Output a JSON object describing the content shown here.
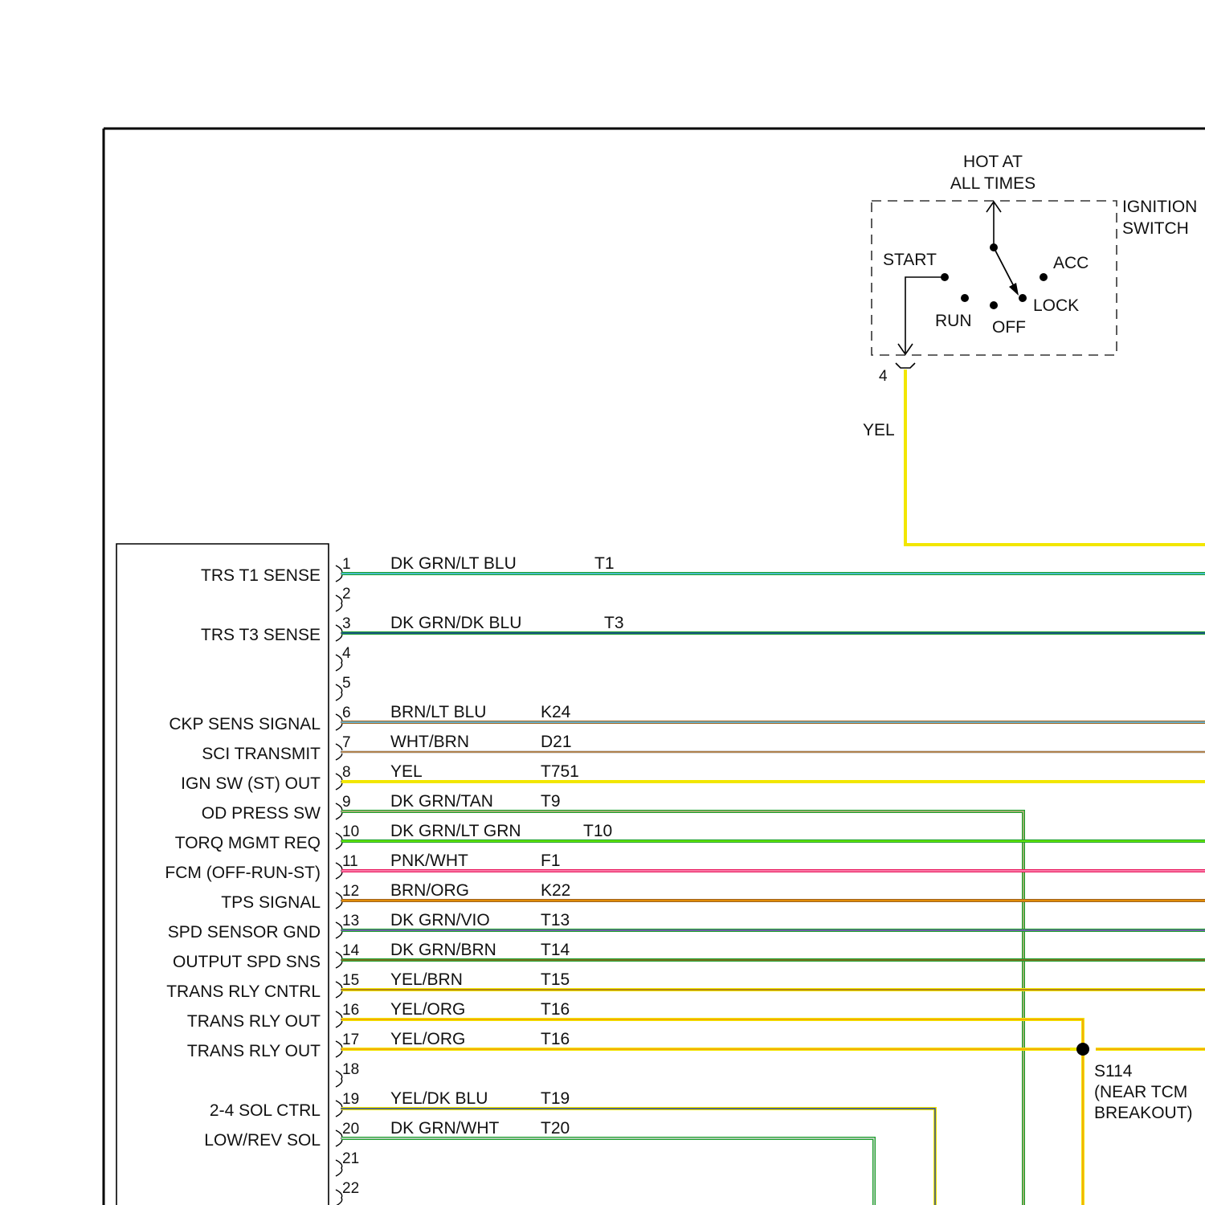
{
  "ignition_switch": {
    "power_label_line1": "HOT AT",
    "power_label_line2": "ALL TIMES",
    "name_line1": "IGNITION",
    "name_line2": "SWITCH",
    "positions": [
      "START",
      "ACC",
      "RUN",
      "OFF",
      "LOCK"
    ],
    "output_pin": "4",
    "output_wire_color": "YEL"
  },
  "module": {
    "pins": [
      {
        "num": "1",
        "function": "TRS T1 SENSE",
        "wire": "DK GRN/LT BLU",
        "circuit": "T1",
        "colors": [
          "#1a9e2a",
          "#58c8ff"
        ]
      },
      {
        "num": "2",
        "function": "",
        "wire": "",
        "circuit": "",
        "colors": []
      },
      {
        "num": "3",
        "function": "TRS T3 SENSE",
        "wire": "DK GRN/DK BLU",
        "circuit": "T3",
        "colors": [
          "#1a9e2a",
          "#1f3da8"
        ]
      },
      {
        "num": "4",
        "function": "",
        "wire": "",
        "circuit": "",
        "colors": []
      },
      {
        "num": "5",
        "function": "",
        "wire": "",
        "circuit": "",
        "colors": []
      },
      {
        "num": "6",
        "function": "CKP SENS SIGNAL",
        "wire": "BRN/LT BLU",
        "circuit": "K24",
        "colors": [
          "#a0641e",
          "#58c8ff"
        ]
      },
      {
        "num": "7",
        "function": "SCI TRANSMIT",
        "wire": "WHT/BRN",
        "circuit": "D21",
        "colors": [
          "#dcdcdc",
          "#a0641e"
        ]
      },
      {
        "num": "8",
        "function": "IGN SW (ST) OUT",
        "wire": "YEL",
        "circuit": "T751",
        "colors": [
          "#f2e600",
          "#f2e600"
        ]
      },
      {
        "num": "9",
        "function": "OD PRESS SW",
        "wire": "DK GRN/TAN",
        "circuit": "T9",
        "colors": [
          "#1a9e2a",
          "#d2b48c"
        ]
      },
      {
        "num": "10",
        "function": "TORQ MGMT REQ",
        "wire": "DK GRN/LT GRN",
        "circuit": "T10",
        "colors": [
          "#1a9e2a",
          "#7cfc00"
        ]
      },
      {
        "num": "11",
        "function": "FCM (OFF-RUN-ST)",
        "wire": "PNK/WHT",
        "circuit": "F1",
        "colors": [
          "#e8175d",
          "#ff9ec0"
        ]
      },
      {
        "num": "12",
        "function": "TPS SIGNAL",
        "wire": "BRN/ORG",
        "circuit": "K22",
        "colors": [
          "#a0641e",
          "#f59a00"
        ]
      },
      {
        "num": "13",
        "function": "SPD SENSOR GND",
        "wire": "DK GRN/VIO",
        "circuit": "T13",
        "colors": [
          "#1a9e2a",
          "#8a4bd0"
        ]
      },
      {
        "num": "14",
        "function": "OUTPUT SPD SNS",
        "wire": "DK GRN/BRN",
        "circuit": "T14",
        "colors": [
          "#1a9e2a",
          "#a0641e"
        ]
      },
      {
        "num": "15",
        "function": "TRANS RLY CNTRL",
        "wire": "YEL/BRN",
        "circuit": "T15",
        "colors": [
          "#f2e600",
          "#a0641e"
        ]
      },
      {
        "num": "16",
        "function": "TRANS RLY OUT",
        "wire": "YEL/ORG",
        "circuit": "T16",
        "colors": [
          "#f2e600",
          "#f59a00"
        ]
      },
      {
        "num": "17",
        "function": "TRANS RLY OUT",
        "wire": "YEL/ORG",
        "circuit": "T16",
        "colors": [
          "#f2e600",
          "#f59a00"
        ]
      },
      {
        "num": "18",
        "function": "",
        "wire": "",
        "circuit": "",
        "colors": []
      },
      {
        "num": "19",
        "function": "2-4 SOL CTRL",
        "wire": "YEL/DK BLU",
        "circuit": "T19",
        "colors": [
          "#f2e600",
          "#1f3da8"
        ]
      },
      {
        "num": "20",
        "function": "LOW/REV SOL",
        "wire": "DK GRN/WHT",
        "circuit": "T20",
        "colors": [
          "#1a9e2a",
          "#dcdcdc"
        ]
      },
      {
        "num": "21",
        "function": "",
        "wire": "",
        "circuit": "",
        "colors": []
      },
      {
        "num": "22",
        "function": "",
        "wire": "",
        "circuit": "",
        "colors": []
      }
    ]
  },
  "splice": {
    "id": "S114",
    "location_line1": "(NEAR TCM",
    "location_line2": "BREAKOUT)"
  }
}
